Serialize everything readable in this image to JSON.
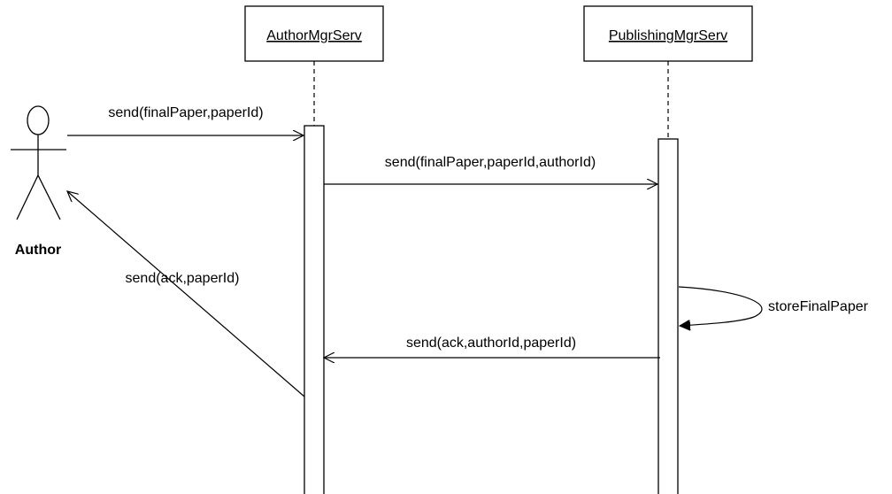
{
  "actor": {
    "name": "Author"
  },
  "objects": {
    "author_mgr": {
      "name": "AuthorMgrServ"
    },
    "publishing_mgr": {
      "name": "PublishingMgrServ"
    }
  },
  "messages": {
    "m1": "send(finalPaper,paperId)",
    "m2": "send(finalPaper,paperId,authorId)",
    "m3": "storeFinalPaper",
    "m4": "send(ack,authorId,paperId)",
    "m5": "send(ack,paperId)"
  },
  "colors": {
    "stroke": "#000000",
    "background": "#ffffff"
  }
}
